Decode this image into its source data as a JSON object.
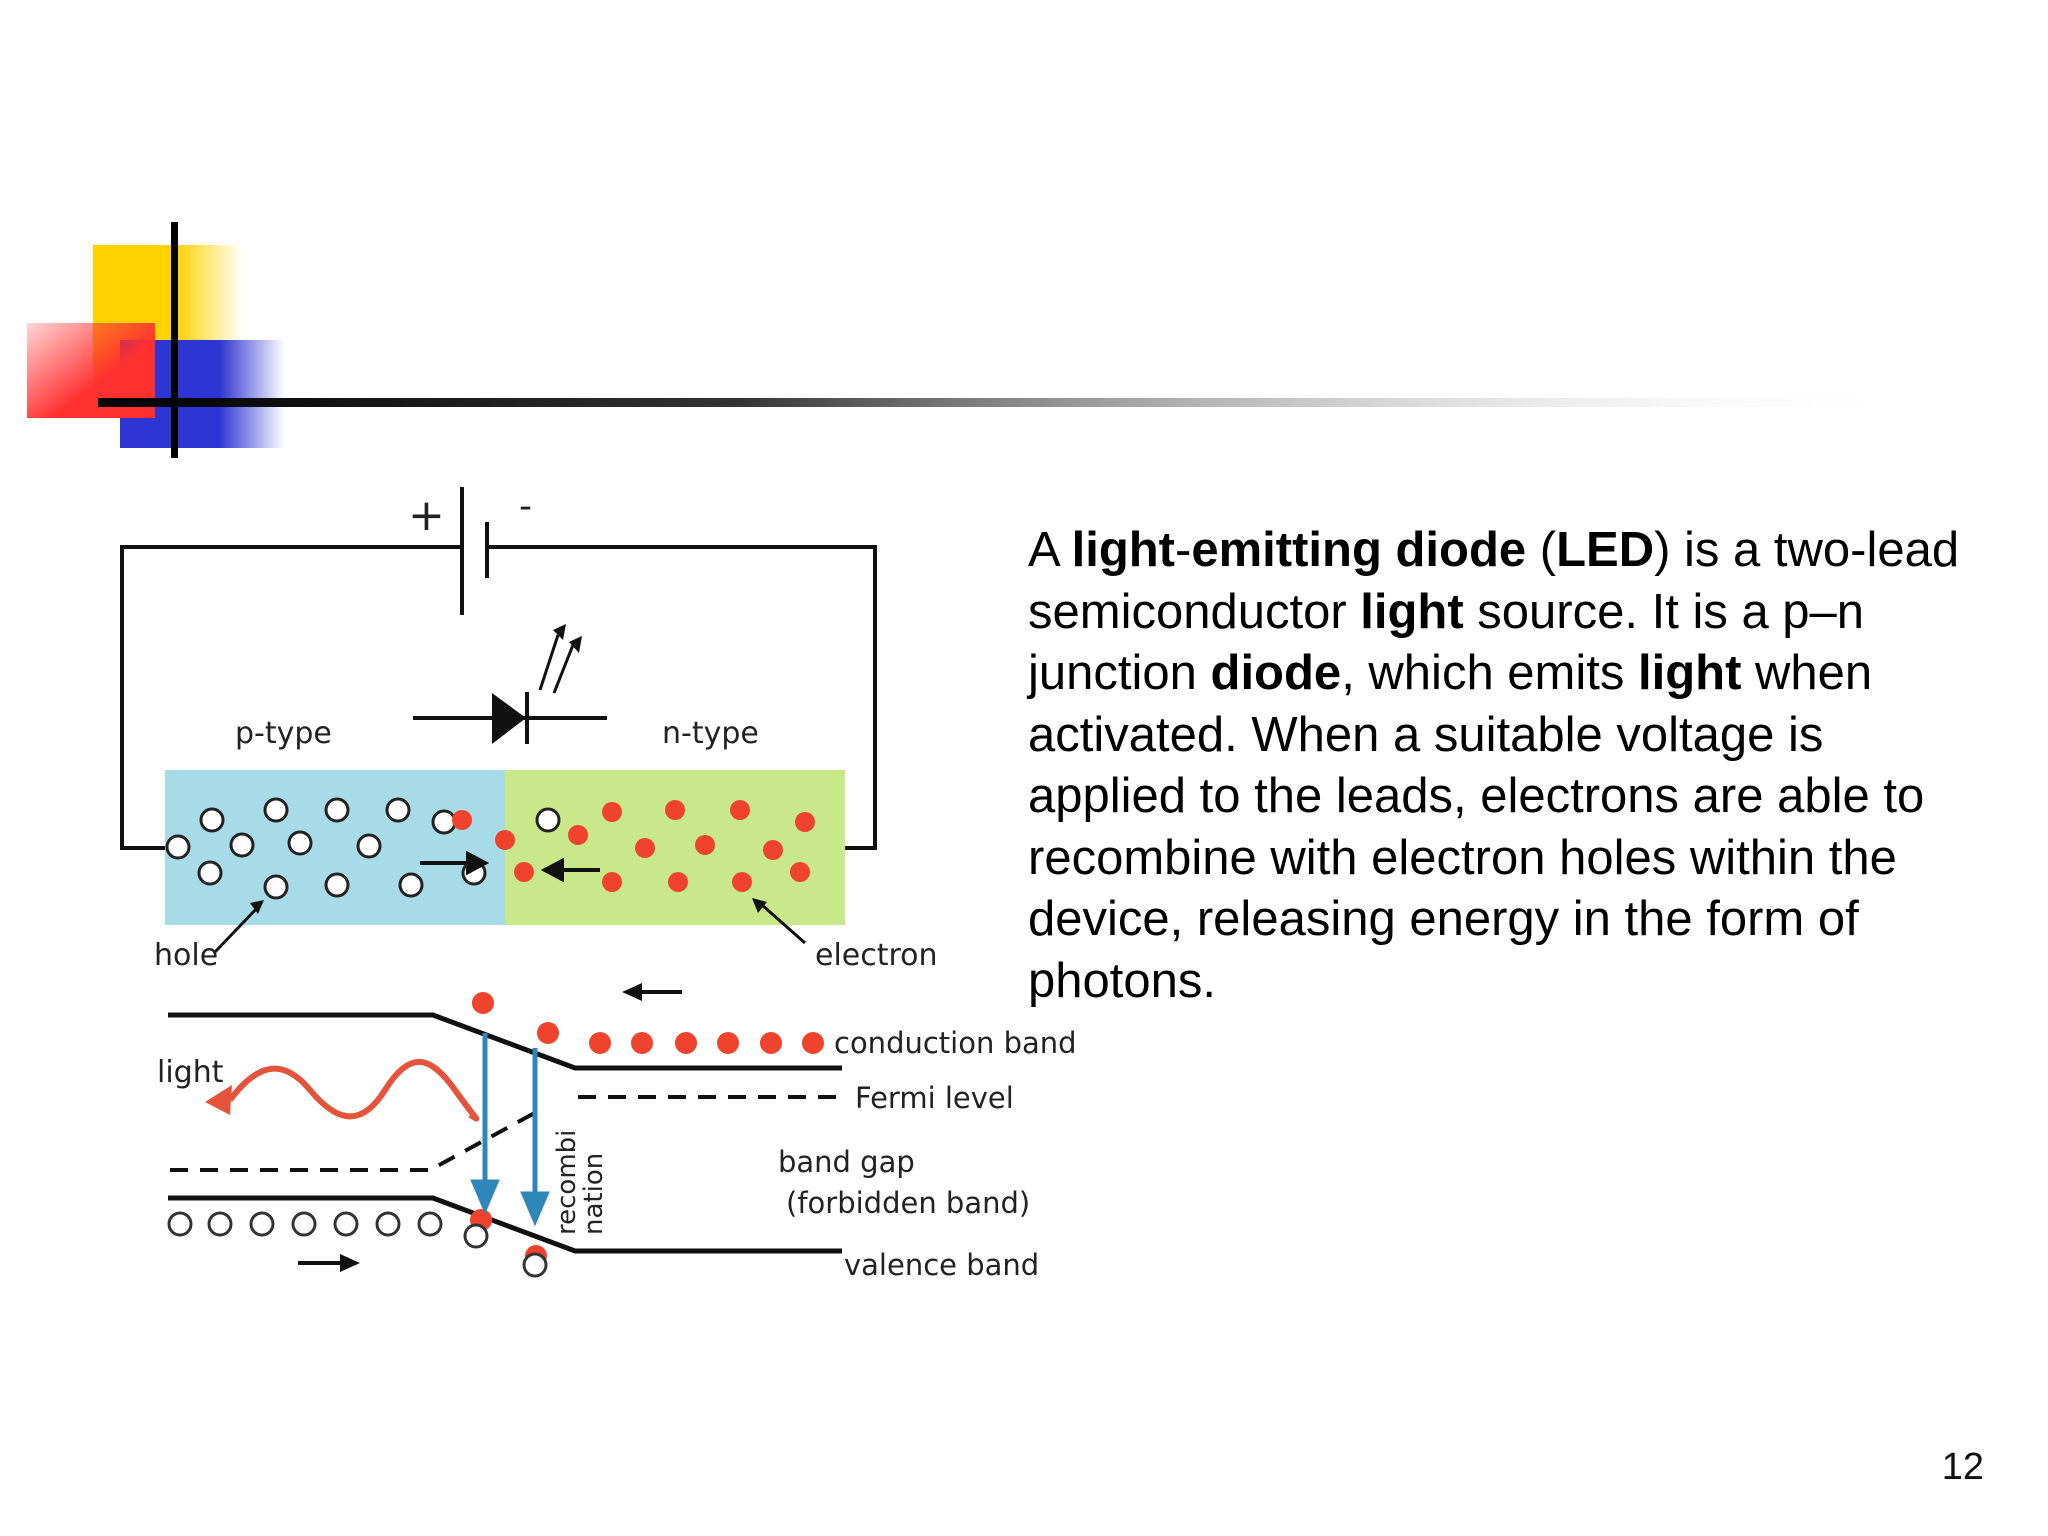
{
  "slide": {
    "page_number": "12",
    "body_runs": [
      {
        "text": "A ",
        "bold": false
      },
      {
        "text": "light",
        "bold": true
      },
      {
        "text": "-",
        "bold": false
      },
      {
        "text": "emitting diode",
        "bold": true
      },
      {
        "text": " (",
        "bold": false
      },
      {
        "text": "LED",
        "bold": true
      },
      {
        "text": ") is a two-lead semiconductor ",
        "bold": false
      },
      {
        "text": "light",
        "bold": true
      },
      {
        "text": " source. It is a p–n junction ",
        "bold": false
      },
      {
        "text": "diode",
        "bold": true
      },
      {
        "text": ", which emits ",
        "bold": false
      },
      {
        "text": "light",
        "bold": true
      },
      {
        "text": " when activated. When a suitable voltage is applied to the leads, electrons are able to recombine with electron holes within the device, releasing energy in the form of photons.",
        "bold": false
      }
    ]
  },
  "diagram": {
    "battery_plus": "+",
    "battery_minus": "-",
    "p_type_label": "p-type",
    "n_type_label": "n-type",
    "hole_label": "hole",
    "electron_label": "electron",
    "light_label": "light",
    "conduction_band_label": "conduction band",
    "fermi_level_label": "Fermi level",
    "band_gap_label": "band gap",
    "forbidden_band_label": "(forbidden band)",
    "valence_band_label": "valence band",
    "recombination_label_1": "recombi",
    "recombination_label_2": "nation"
  },
  "colors": {
    "accent_yellow": "#FFD200",
    "accent_red": "#FF3B3B",
    "accent_blue": "#2E35D3",
    "p_region": "#A8DBE8",
    "n_region": "#C9E88A",
    "electron": "#F0432D",
    "recombination_arrow": "#2F86B9"
  }
}
